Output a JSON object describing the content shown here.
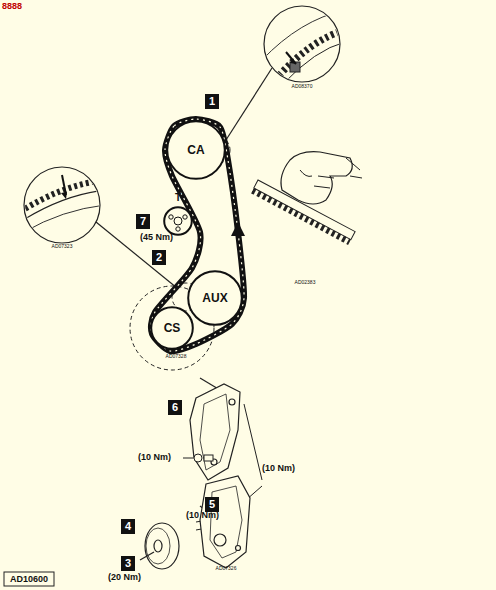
{
  "diagram": {
    "nodes": [
      {
        "text": [
          "CA"
        ]
      },
      {
        "text": [
          "T"
        ]
      },
      {
        "text": [
          "AUX"
        ]
      },
      {
        "text": [
          "CS"
        ]
      },
      {
        "text": [
          "1"
        ]
      },
      {
        "text": [
          "2"
        ]
      },
      {
        "text": [
          "7"
        ]
      },
      {
        "text": [
          "6"
        ]
      },
      {
        "text": [
          "5"
        ]
      },
      {
        "text": [
          "4"
        ]
      },
      {
        "text": [
          "3"
        ]
      }
    ],
    "labels": [
      "8888",
      "AD08370",
      "(45 Nm)",
      "AD07323",
      "AD02383",
      "AD07328",
      "(10 Nm)",
      "(10 Nm)",
      "(10 Nm)",
      "(20 Nm)",
      "AD07326",
      "AD10600"
    ]
  }
}
